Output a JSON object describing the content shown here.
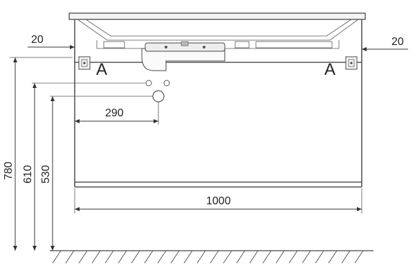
{
  "dimensions": {
    "top_left_offset": "20",
    "top_right_offset": "20",
    "drain_offset": "290",
    "overall_width": "1000",
    "height_total": "780",
    "height_mid": "610",
    "height_low": "530"
  },
  "markers": {
    "left": "A",
    "right": "A"
  }
}
